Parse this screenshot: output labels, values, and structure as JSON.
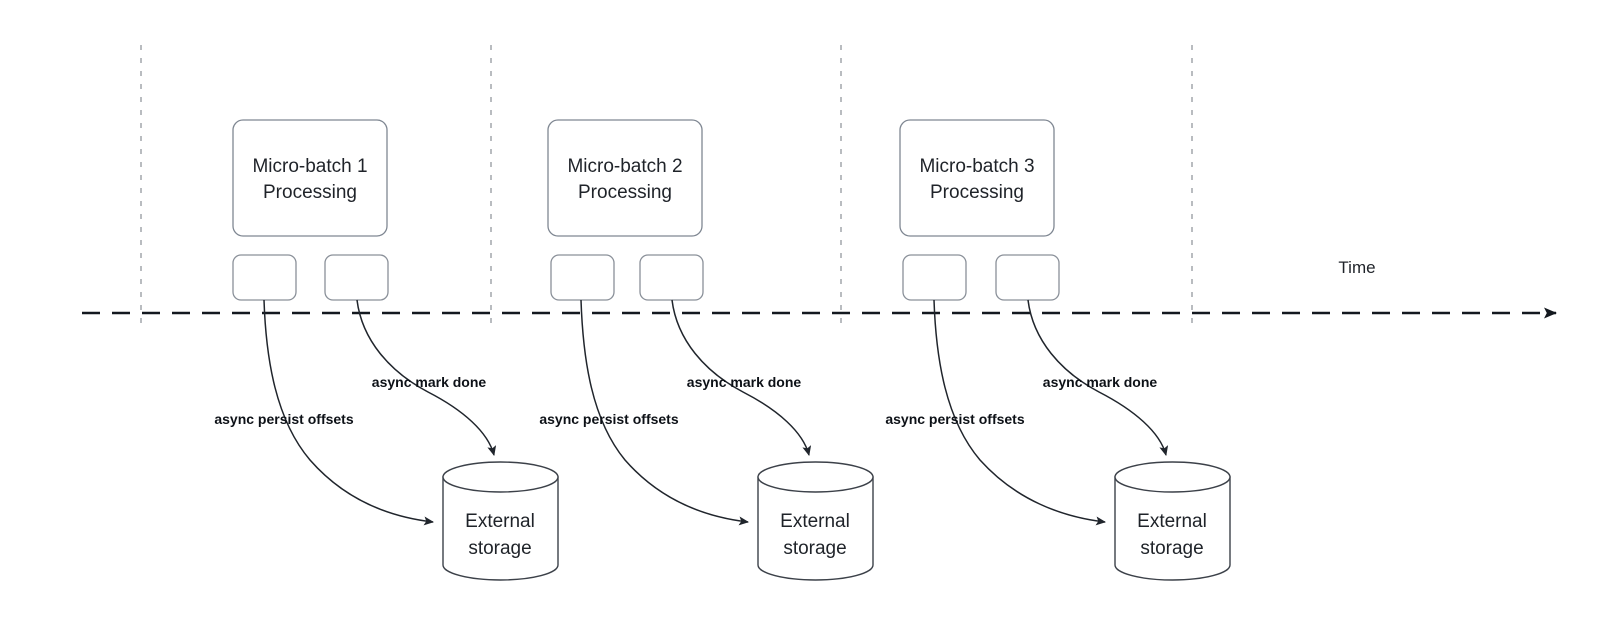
{
  "diagram": {
    "title_hidden": "",
    "time_axis": {
      "label": "Time",
      "arrow_direction": "right"
    },
    "edge_labels": {
      "persist": "async persist offsets",
      "mark_done": "async mark done"
    },
    "storage_label_line1": "External",
    "storage_label_line2": "storage",
    "colors": {
      "box_stroke": "#7f8792",
      "cylinder_stroke": "#3c4149",
      "timeline_stroke": "#13181f",
      "tick_stroke": "#b9bcc0",
      "text": "#1f2329",
      "label_text": "#0d1117",
      "background": "#ffffff"
    },
    "groups": [
      {
        "id": "group-1",
        "batch_line1": "Micro-batch 1",
        "batch_line2": "Processing",
        "persist_label": "async persist offsets",
        "mark_done_label": "async mark done",
        "storage_line1": "External",
        "storage_line2": "storage"
      },
      {
        "id": "group-2",
        "batch_line1": "Micro-batch 2",
        "batch_line2": "Processing",
        "persist_label": "async persist offsets",
        "mark_done_label": "async mark done",
        "storage_line1": "External",
        "storage_line2": "storage"
      },
      {
        "id": "group-3",
        "batch_line1": "Micro-batch 3",
        "batch_line2": "Processing",
        "persist_label": "async persist offsets",
        "mark_done_label": "async mark done",
        "storage_line1": "External",
        "storage_line2": "storage"
      }
    ]
  }
}
